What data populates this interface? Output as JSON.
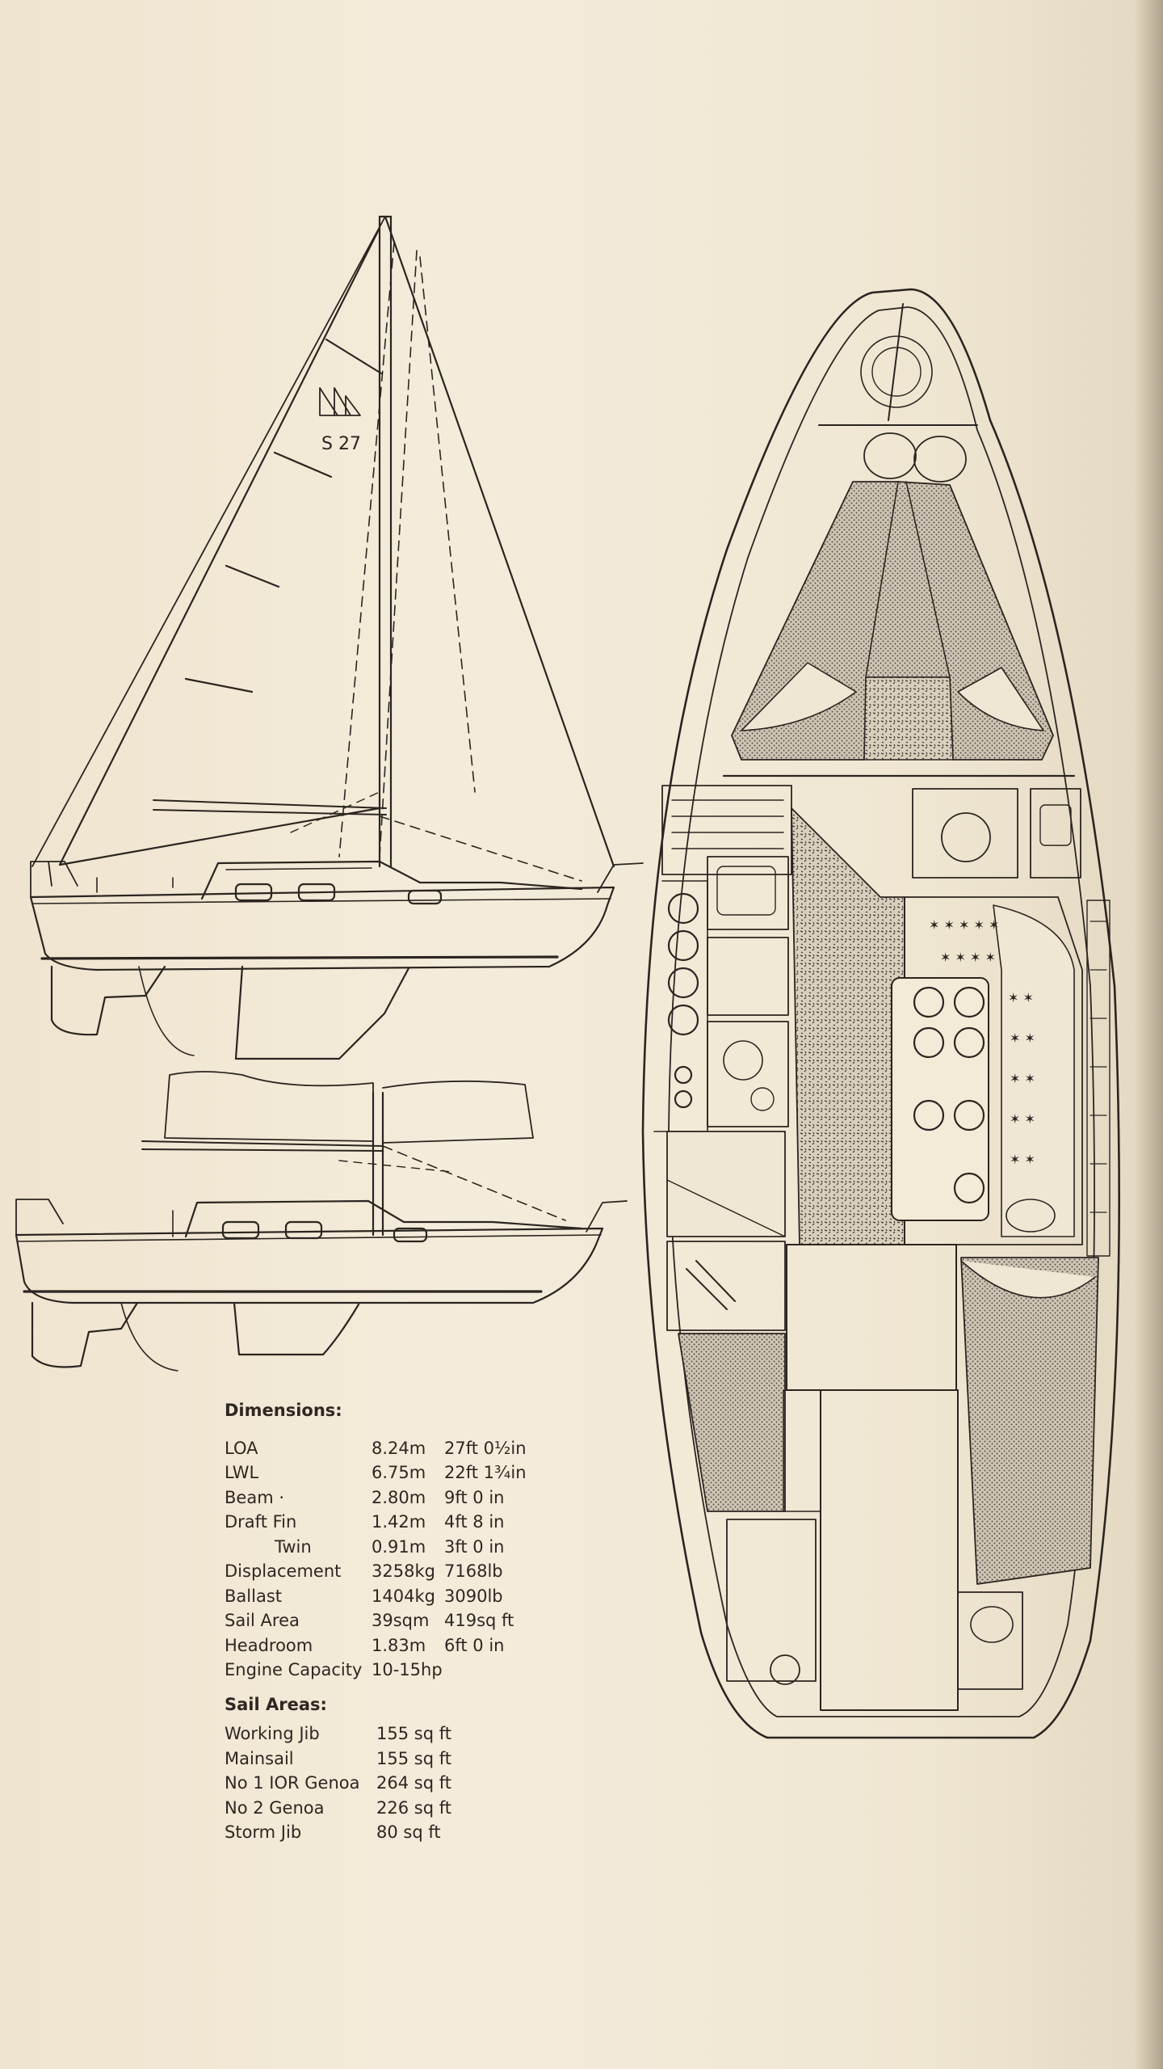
{
  "sail_number": "S 27",
  "dimensions_heading": "Dimensions:",
  "dimensions": [
    {
      "label": "LOA",
      "metric": "8.24m",
      "imperial": "27ft 0½in"
    },
    {
      "label": "LWL",
      "metric": "6.75m",
      "imperial": "22ft 1¾in"
    },
    {
      "label": "Beam ·",
      "metric": "2.80m",
      "imperial": "9ft 0  in"
    },
    {
      "label": "Draft Fin",
      "metric": "1.42m",
      "imperial": "4ft 8  in"
    },
    {
      "label": "Twin",
      "metric": "0.91m",
      "imperial": "3ft 0  in"
    },
    {
      "label": "Displacement",
      "metric": "3258kg",
      "imperial": "7168lb"
    },
    {
      "label": "Ballast",
      "metric": "1404kg",
      "imperial": "3090lb"
    },
    {
      "label": "Sail Area",
      "metric": "39sqm",
      "imperial": "419sq ft"
    },
    {
      "label": "Headroom",
      "metric": "1.83m",
      "imperial": "6ft 0  in"
    },
    {
      "label": "Engine Capacity",
      "metric": "10-15hp",
      "imperial": ""
    }
  ],
  "sail_areas_heading": "Sail Areas:",
  "sail_areas": [
    {
      "label": "Working Jib",
      "value": "155 sq ft"
    },
    {
      "label": "Mainsail",
      "value": "155 sq ft"
    },
    {
      "label": "No 1 IOR Genoa",
      "value": "264 sq ft"
    },
    {
      "label": "No 2 Genoa",
      "value": "226 sq ft"
    },
    {
      "label": "Storm Jib",
      "value": "80 sq ft"
    }
  ],
  "colors": {
    "paper": "#f3ead8",
    "ink": "#2b2520",
    "hatch": "#8a8078"
  }
}
